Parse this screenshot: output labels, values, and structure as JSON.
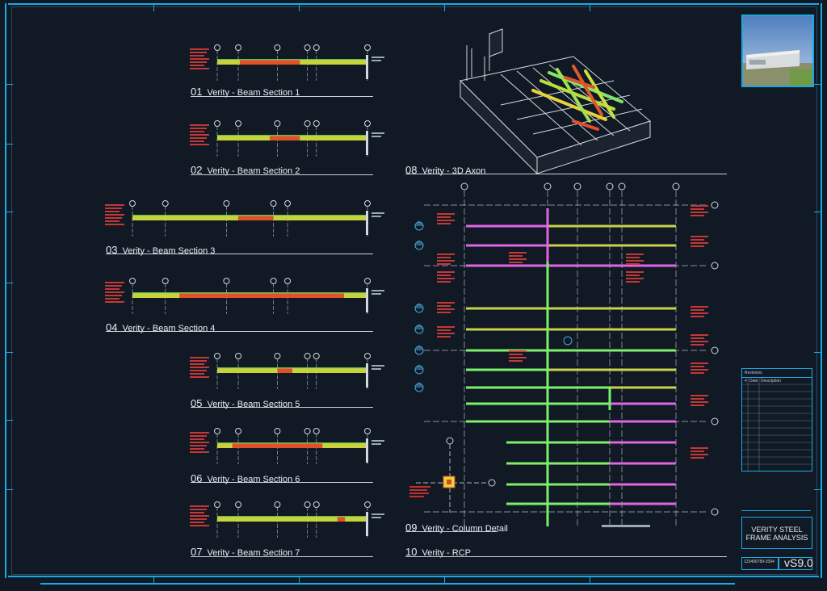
{
  "sheet": {
    "project_title": "VERITY STEEL FRAME ANALYSIS",
    "sheet_number": "vS9.0",
    "project_number": "123456789-2004",
    "revisions_label": "Revisions",
    "revision_columns": [
      "#",
      "Date",
      "Description"
    ]
  },
  "views": [
    {
      "number": "01",
      "title": "Verity - Beam Section 1"
    },
    {
      "number": "02",
      "title": "Verity - Beam Section 2"
    },
    {
      "number": "03",
      "title": "Verity - Beam Section 3"
    },
    {
      "number": "04",
      "title": "Verity - Beam Section 4"
    },
    {
      "number": "05",
      "title": "Verity - Beam Section 5"
    },
    {
      "number": "06",
      "title": "Verity - Beam Section 6"
    },
    {
      "number": "07",
      "title": "Verity - Beam Section 7"
    },
    {
      "number": "08",
      "title": "Verity - 3D Axon"
    },
    {
      "number": "09",
      "title": "Verity - Column Detail"
    },
    {
      "number": "10",
      "title": "Verity - RCP"
    }
  ],
  "colors": {
    "background": "#111a24",
    "accent": "#1aa9e6",
    "beam_green": "#7cf06a",
    "beam_magenta": "#e064e6",
    "beam_yellow": "#c8d24a",
    "heat_red": "#e0502a",
    "heat_yellow": "#e6d23c"
  }
}
